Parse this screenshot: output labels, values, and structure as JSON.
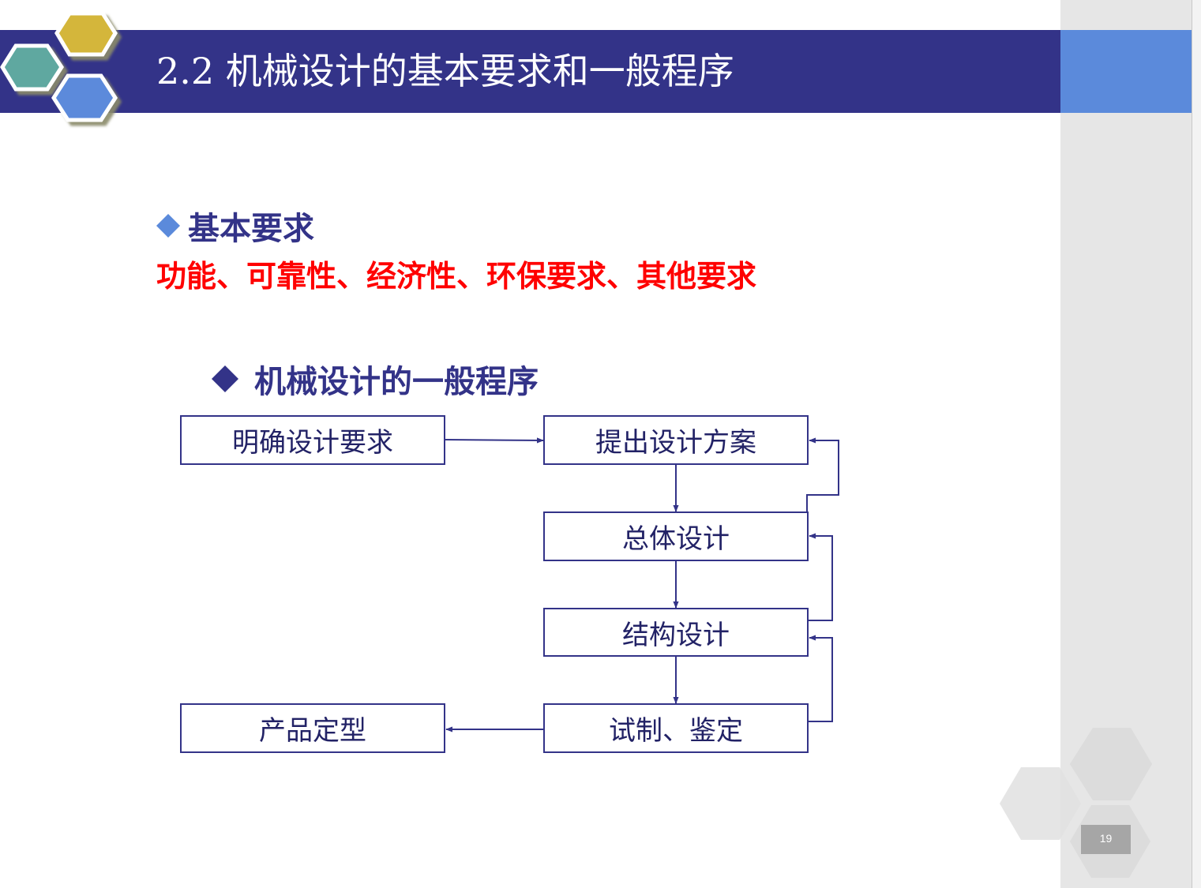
{
  "slide": {
    "title": "2.2 机械设计的基本要求和一般程序",
    "page_number": "19"
  },
  "basic_requirements": {
    "heading": "基本要求",
    "items_text": "功能、可靠性、经济性、环保要求、其他要求"
  },
  "procedure": {
    "heading": "机械设计的一般程序",
    "steps": {
      "clarify": "明确设计要求",
      "propose": "提出设计方案",
      "overall": "总体设计",
      "structure": "结构设计",
      "trial": "试制、鉴定",
      "finalize": "产品定型"
    }
  },
  "colors": {
    "title_bar": "#333388",
    "title_accent": "#5b8adb",
    "heading": "#333388",
    "highlight": "#ff0000",
    "bullet_light": "#5b8adb",
    "bullet_dark": "#333388",
    "hex_teal": "#5fa8a0",
    "hex_gold": "#d4b63a",
    "hex_blue": "#5b8adb"
  }
}
